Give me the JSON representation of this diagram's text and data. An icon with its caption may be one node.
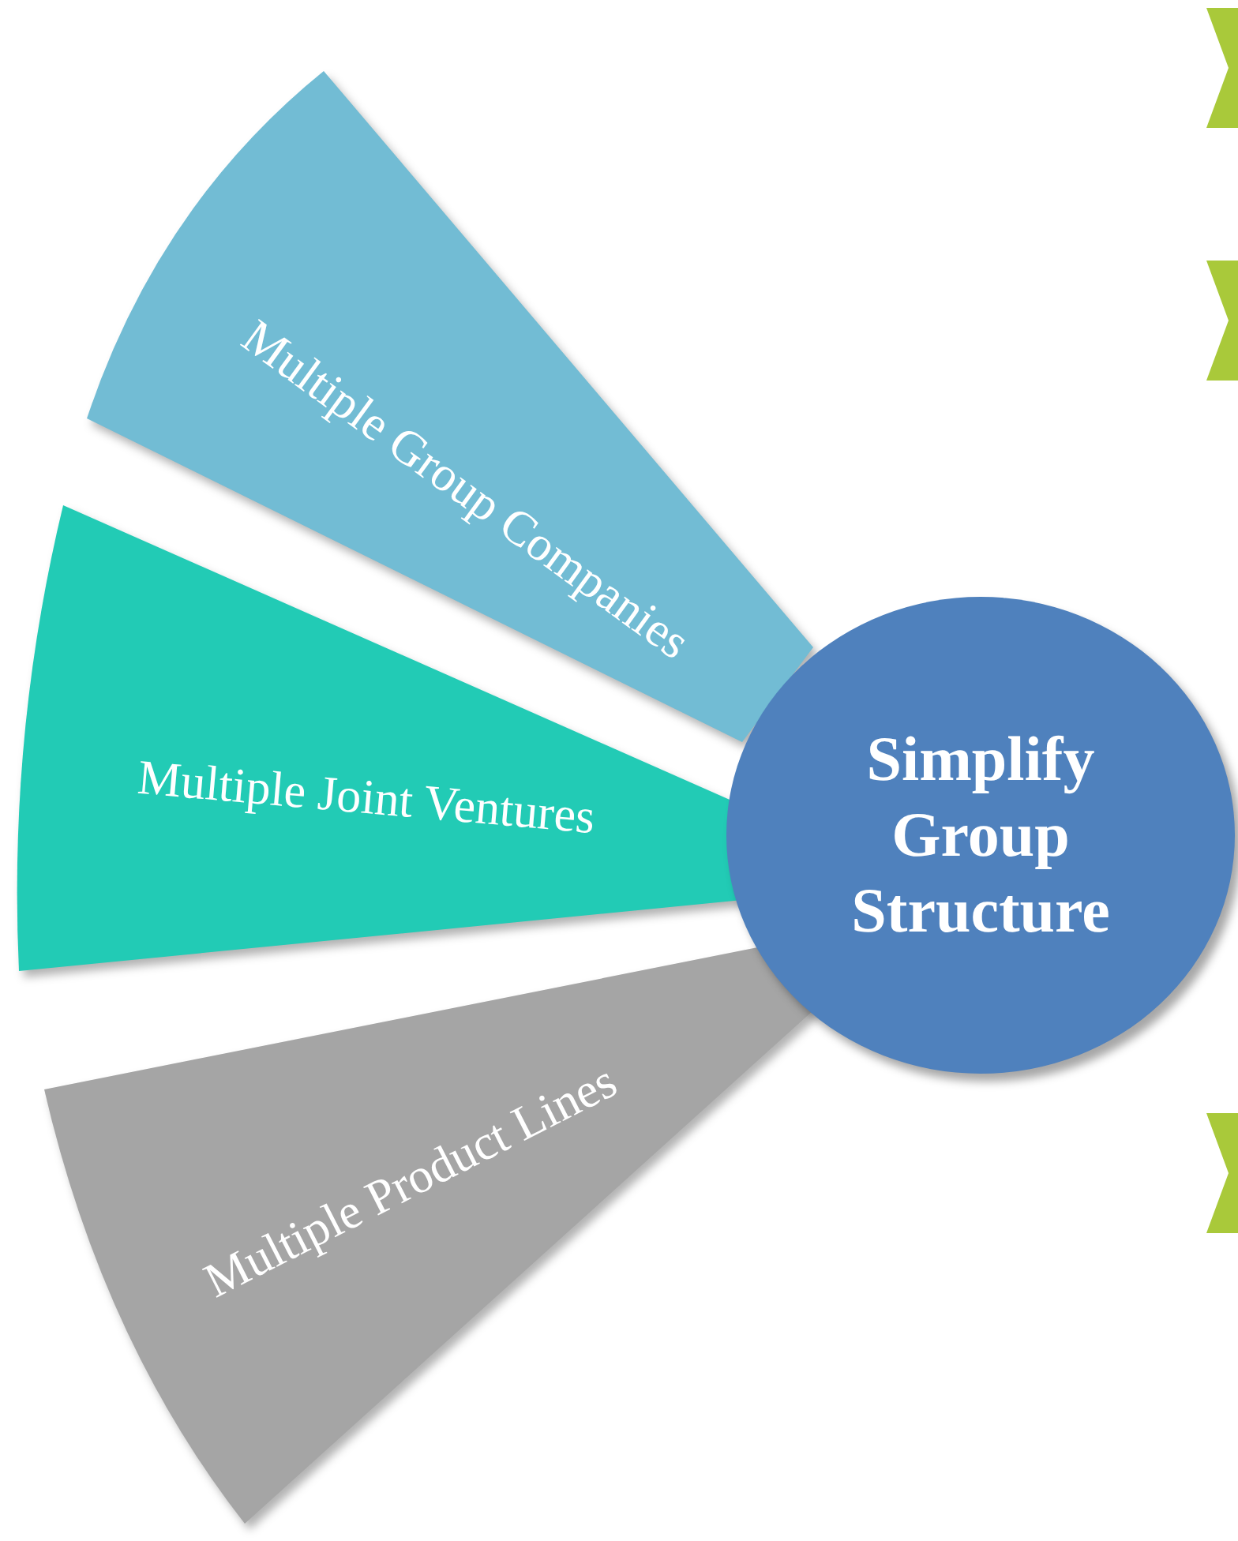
{
  "diagram": {
    "nodes": [
      {
        "text": [
          "Multiple Group Companies"
        ]
      },
      {
        "text": [
          "Multiple Joint Ventures"
        ]
      },
      {
        "text": [
          "Multiple Product Lines"
        ]
      },
      {
        "text": [
          "Simplify Group Structure"
        ]
      }
    ]
  }
}
